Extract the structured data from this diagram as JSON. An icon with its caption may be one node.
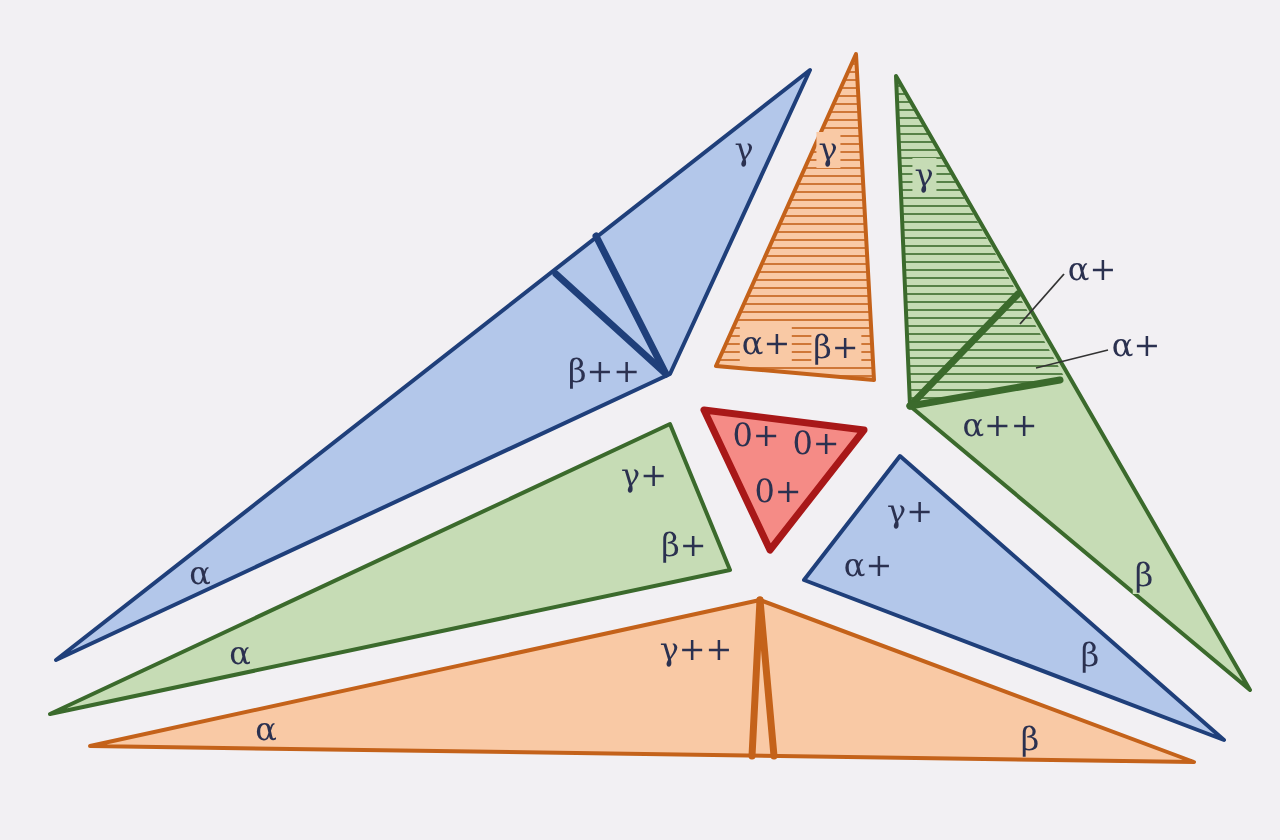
{
  "diagram": {
    "nodes": [
      {
        "text": [
          "γ",
          "β++",
          "α"
        ]
      },
      {
        "text": [
          "γ",
          "α+",
          "β+"
        ]
      },
      {
        "text": [
          "γ",
          "α++",
          "β"
        ]
      },
      {
        "text": [
          "0+",
          "0+",
          "0+"
        ]
      },
      {
        "text": [
          "γ+",
          "β+",
          "α"
        ]
      },
      {
        "text": [
          "γ+",
          "α+",
          "β"
        ]
      },
      {
        "text": [
          "γ++",
          "α",
          "β"
        ]
      },
      {
        "text": [
          "α+"
        ]
      },
      {
        "text": [
          "α+"
        ]
      }
    ],
    "edges": [
      {
        "from": 7,
        "to": 2,
        "arrow": "none"
      },
      {
        "from": 8,
        "to": 2,
        "arrow": "none"
      }
    ]
  }
}
